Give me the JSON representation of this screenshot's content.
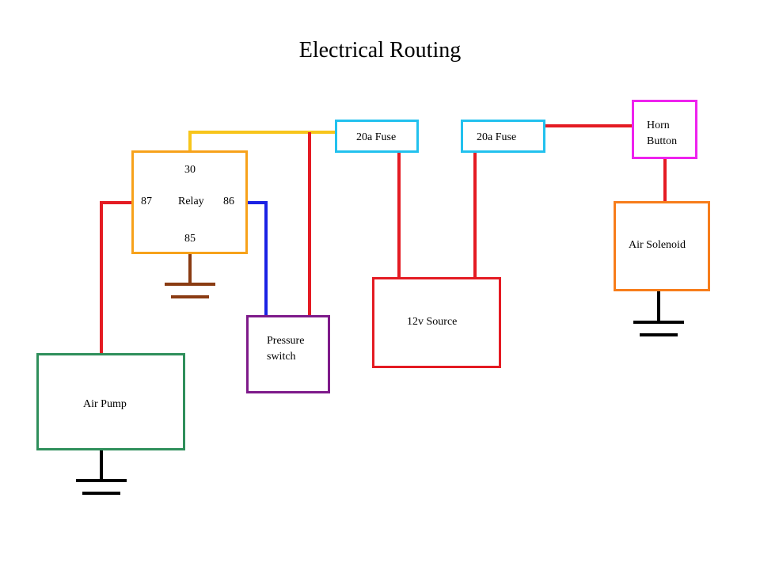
{
  "title": "Electrical Routing",
  "relay": {
    "label": "Relay",
    "pin_30": "30",
    "pin_87": "87",
    "pin_86": "86",
    "pin_85": "85"
  },
  "fuse_left": {
    "label": "20a Fuse"
  },
  "fuse_right": {
    "label": "20a Fuse"
  },
  "horn_button": {
    "line1": "Horn",
    "line2": "Button"
  },
  "air_solenoid": {
    "label": "Air Solenoid"
  },
  "source": {
    "label": "12v Source"
  },
  "pressure_switch": {
    "line1": "Pressure",
    "line2": "switch"
  },
  "air_pump": {
    "label": "Air Pump"
  },
  "colors": {
    "relay": "#f7a21b",
    "fuse": "#22c1ee",
    "horn_button": "#ee22ee",
    "air_solenoid": "#f77d1b",
    "source": "#e41b23",
    "pressure_switch": "#7e1a8a",
    "air_pump": "#2f8f5b",
    "power_wire": "#e41b23",
    "trigger_wire": "#f7c51b",
    "switch_wire": "#1b22e4",
    "relay_ground": "#8a3b12",
    "ground": "#000000"
  }
}
